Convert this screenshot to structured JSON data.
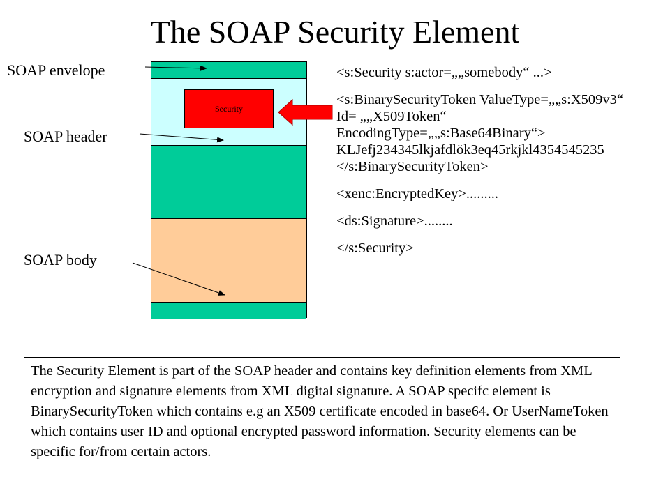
{
  "title": "The SOAP Security Element",
  "labels": {
    "envelope": "SOAP envelope",
    "header": "SOAP header",
    "body": "SOAP body"
  },
  "token_label": "Security",
  "colors": {
    "envelope_band": "#00cc99",
    "header_area": "#ccffff",
    "token_box": "#ff0000",
    "body_area": "#ffcc99",
    "arrow": "#ff0000"
  },
  "xml_lines": [
    "<s:Security s:actor=„„somebody“ ...>",
    "<s:BinarySecurityToken ValueType=„„s:X509v3“",
    "Id= „„X509Token“",
    "EncodingType=„„s:Base64Binary“>",
    "KLJefj234345lkjafdlök3eq45rkjkl4354545235",
    "</s:BinarySecurityToken>",
    "<xenc:EncryptedKey>.........",
    "<ds:Signature>........",
    "</s:Security>"
  ],
  "description": "The Security Element is part of the SOAP header and contains key definition elements from XML encryption and signature elements from XML digital signature. A SOAP specifc element is BinarySecurityToken which contains e.g an X509 certificate encoded in base64. Or UserNameToken which contains user ID and optional encrypted password information. Security elements can be specific for/from certain actors."
}
